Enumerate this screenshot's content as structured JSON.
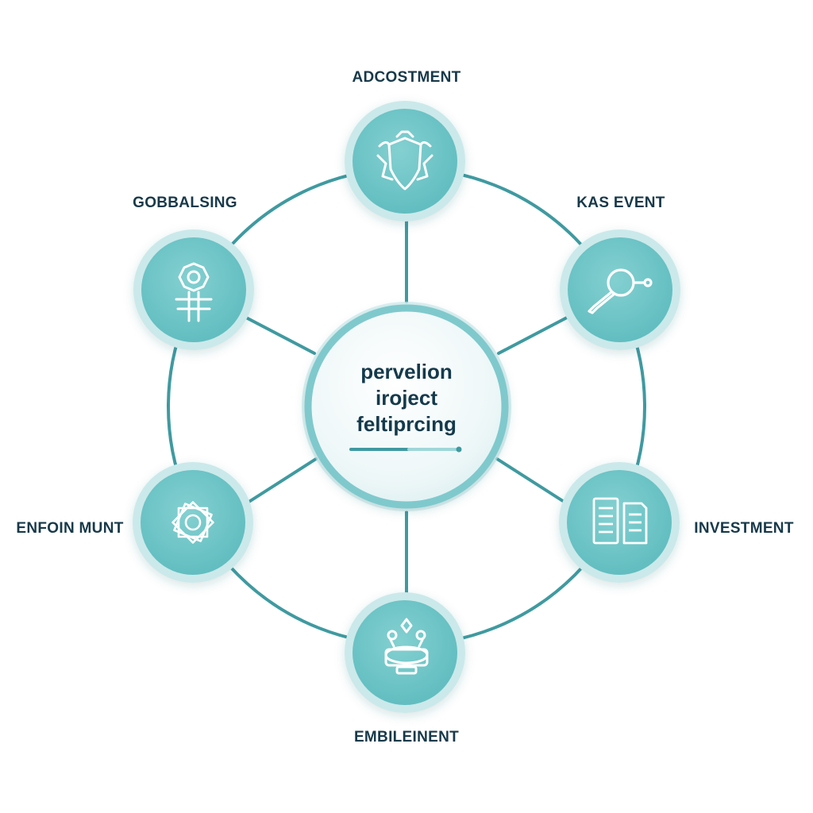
{
  "center": {
    "lines": [
      "pervelion",
      "iroject",
      "feltiprcing"
    ]
  },
  "nodes": [
    {
      "id": "top",
      "label": "ADCOSTMENT",
      "icon": "shield-icon"
    },
    {
      "id": "upper-right",
      "label": "KAS EVENT",
      "icon": "magnifier-icon"
    },
    {
      "id": "lower-right",
      "label": "INVESTMENT",
      "icon": "documents-icon"
    },
    {
      "id": "bottom",
      "label": "EMBILEINENT",
      "icon": "device-icon"
    },
    {
      "id": "lower-left",
      "label": "ENFOIN MUNT",
      "icon": "geometric-star-icon"
    },
    {
      "id": "upper-left",
      "label": "GOBBALSING",
      "icon": "gear-pylon-icon"
    }
  ],
  "colors": {
    "ring": "#3f9aa0",
    "node_fill": "#6ec6c8",
    "node_halo": "#cbe9ea",
    "center_border": "#7fc9cd",
    "center_fill": "#f3fafb",
    "text": "#17394a"
  }
}
